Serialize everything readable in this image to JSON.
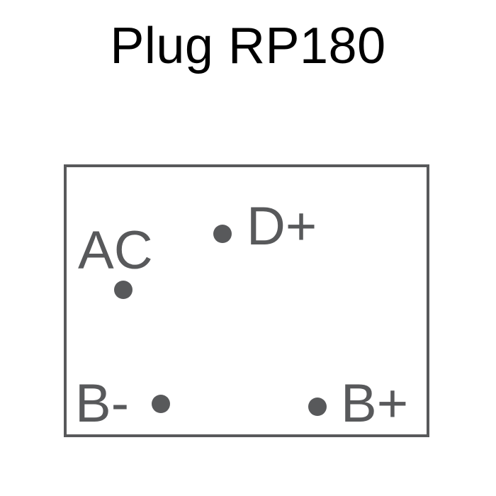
{
  "title": "Plug RP180",
  "colors": {
    "outline": "#58595b",
    "title": "#000000",
    "background": "#ffffff"
  },
  "pins": {
    "ac": {
      "label": "AC"
    },
    "d_plus": {
      "label": "D+"
    },
    "b_minus": {
      "label": "B-"
    },
    "b_plus": {
      "label": "B+"
    }
  }
}
